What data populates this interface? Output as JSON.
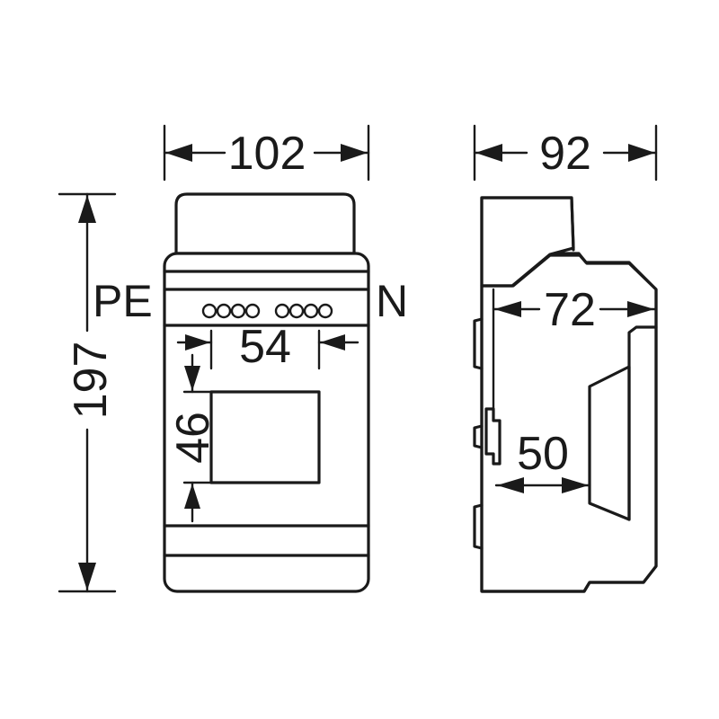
{
  "front_view": {
    "width_dim": "102",
    "height_dim": "197",
    "window_width_dim": "54",
    "window_height_dim": "46",
    "terminal_left_label": "PE",
    "terminal_right_label": "N"
  },
  "side_view": {
    "depth_dim": "92",
    "inner_depth_dim": "72",
    "module_depth_dim": "50"
  },
  "colors": {
    "line": "#1a1a1a",
    "background": "#ffffff"
  }
}
